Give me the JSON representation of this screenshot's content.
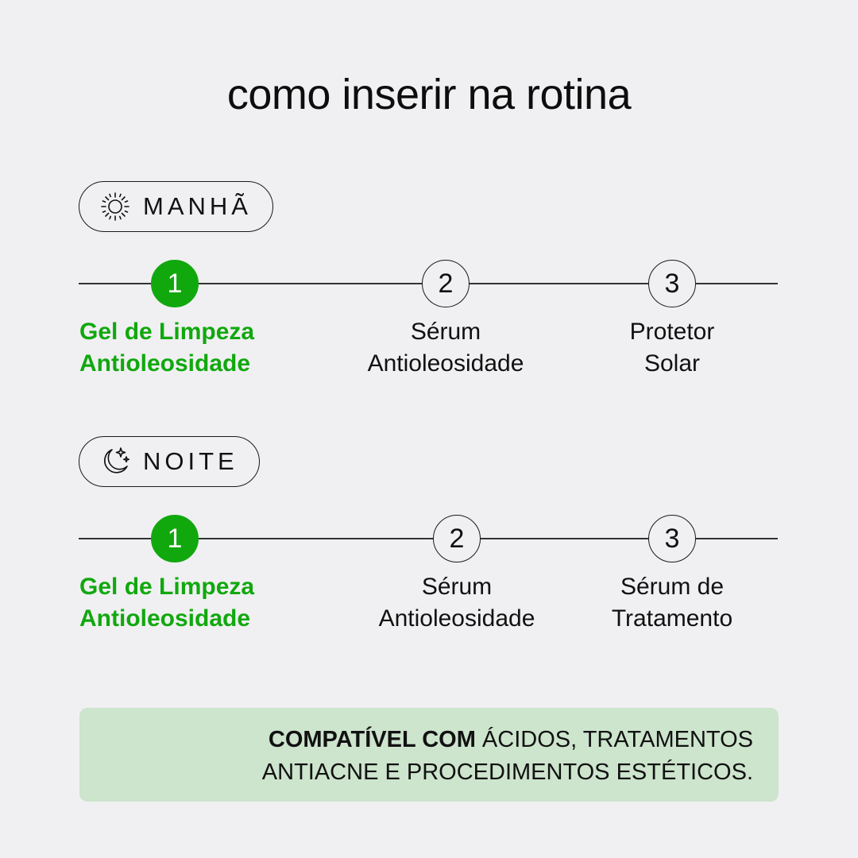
{
  "title": "como inserir na rotina",
  "colors": {
    "accent": "#11a80e",
    "note_bg": "#cde4cd",
    "background": "#f0f0f2"
  },
  "sections": [
    {
      "label": "MANHÃ",
      "icon": "sun-icon",
      "steps": [
        {
          "number": "1",
          "line1": "Gel de Limpeza",
          "line2": "Antioleosidade",
          "active": true
        },
        {
          "number": "2",
          "line1": "Sérum",
          "line2": "Antioleosidade",
          "active": false
        },
        {
          "number": "3",
          "line1": "Protetor",
          "line2": "Solar",
          "active": false
        }
      ]
    },
    {
      "label": "NOITE",
      "icon": "moon-stars-icon",
      "steps": [
        {
          "number": "1",
          "line1": "Gel de Limpeza",
          "line2": "Antioleosidade",
          "active": true
        },
        {
          "number": "2",
          "line1": "Sérum",
          "line2": "Antioleosidade",
          "active": false
        },
        {
          "number": "3",
          "line1": "Sérum de",
          "line2": "Tratamento",
          "active": false
        }
      ]
    }
  ],
  "note": {
    "bold": "COMPATÍVEL COM",
    "line1_rest": " ÁCIDOS, TRATAMENTOS",
    "line2": "ANTIACNE E PROCEDIMENTOS ESTÉTICOS."
  }
}
